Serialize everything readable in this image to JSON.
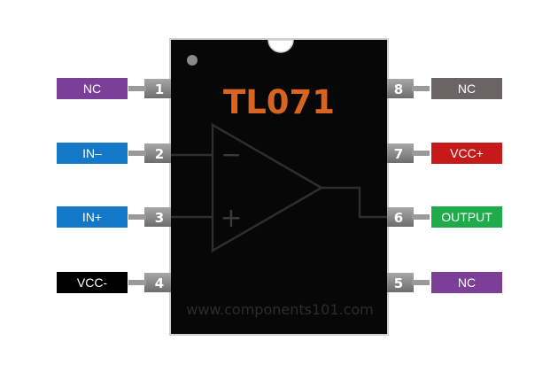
{
  "chip": {
    "name": "TL071",
    "watermark": "www.components101.com",
    "body_color": "#070707",
    "title_color": "#d9641f"
  },
  "pins": [
    {
      "number": "1",
      "label": "NC",
      "color": "#7b3f98",
      "side": "left"
    },
    {
      "number": "2",
      "label": "IN–",
      "color": "#1378c8",
      "side": "left"
    },
    {
      "number": "3",
      "label": "IN+",
      "color": "#1378c8",
      "side": "left"
    },
    {
      "number": "4",
      "label": "VCC-",
      "color": "#000000",
      "side": "left"
    },
    {
      "number": "5",
      "label": "NC",
      "color": "#7b3f98",
      "side": "right"
    },
    {
      "number": "6",
      "label": "OUTPUT",
      "color": "#1fab4c",
      "side": "right"
    },
    {
      "number": "7",
      "label": "VCC+",
      "color": "#c61a1a",
      "side": "right"
    },
    {
      "number": "8",
      "label": "NC",
      "color": "#6a6465",
      "side": "right"
    }
  ],
  "opamp": {
    "minus_symbol": "−",
    "plus_symbol": "+"
  }
}
